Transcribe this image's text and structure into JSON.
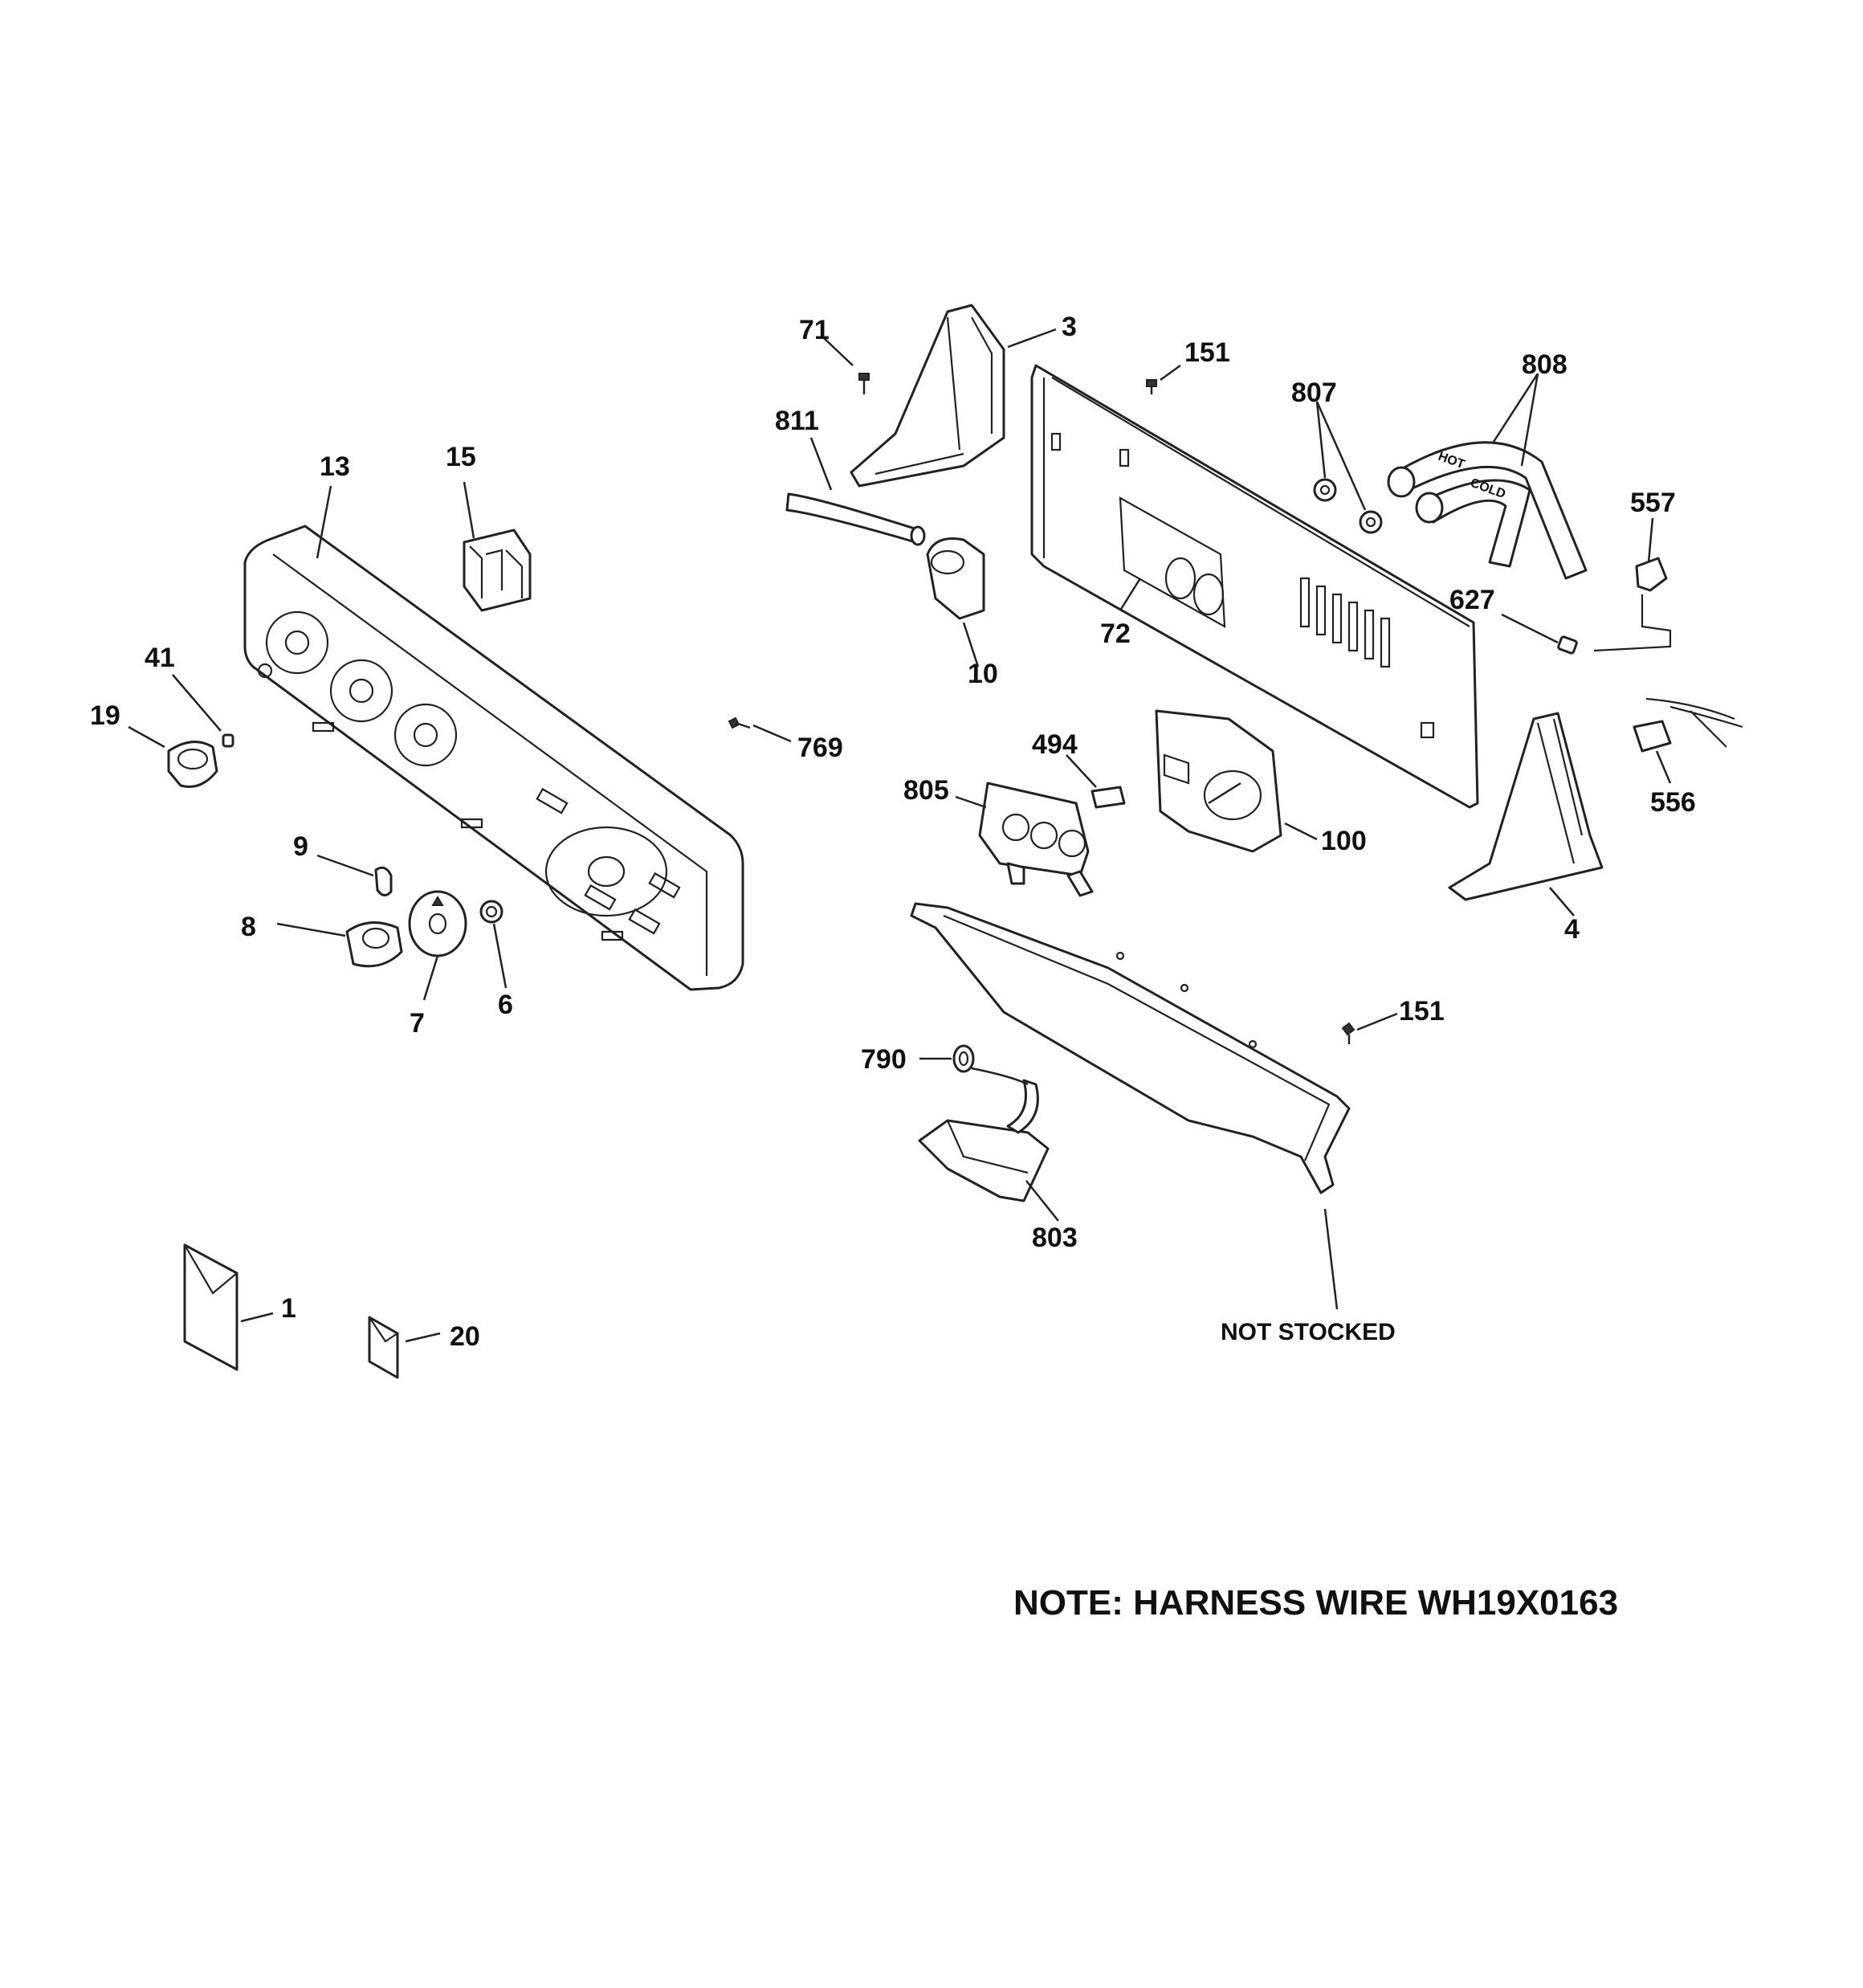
{
  "diagram": {
    "callouts": {
      "p71": "71",
      "p3": "3",
      "p151a": "151",
      "p808": "808",
      "p807": "807",
      "p811": "811",
      "p13": "13",
      "p15": "15",
      "p557": "557",
      "p627": "627",
      "p72": "72",
      "p10": "10",
      "p41": "41",
      "p19": "19",
      "p769": "769",
      "p494": "494",
      "p805": "805",
      "p100": "100",
      "p556": "556",
      "p9": "9",
      "p8": "8",
      "p4": "4",
      "p7": "7",
      "p6": "6",
      "p151b": "151",
      "p790": "790",
      "p803": "803",
      "p1": "1",
      "p20": "20"
    },
    "not_stocked": "NOT STOCKED",
    "note": "NOTE: HARNESS WIRE WH19X0163",
    "hose_labels": {
      "hot": "HOT",
      "cold": "COLD"
    }
  }
}
